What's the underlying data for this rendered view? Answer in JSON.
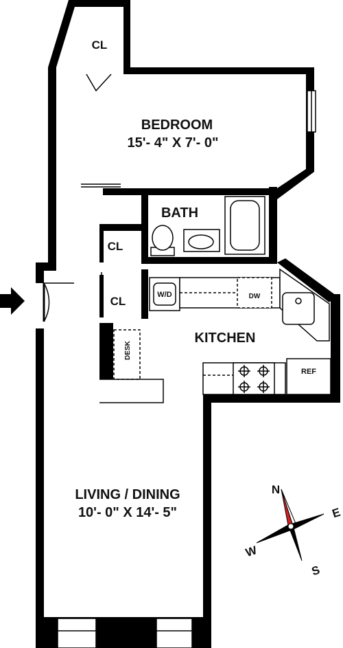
{
  "rooms": {
    "bedroom": {
      "name": "BEDROOM",
      "dims": "15'- 4\" X 7'- 0\""
    },
    "living": {
      "name": "LIVING / DINING",
      "dims": "10'- 0\" X 14'- 5\""
    },
    "bath": {
      "name": "BATH"
    },
    "kitchen": {
      "name": "KITCHEN"
    },
    "closet_top": {
      "name": "CL"
    },
    "closet_bath": {
      "name": "CL"
    },
    "closet_entry": {
      "name": "CL"
    }
  },
  "fixtures": {
    "washer_dryer": "W/D",
    "dishwasher": "DW",
    "refrigerator": "REF",
    "desk": "DESK"
  },
  "compass": {
    "north": "N",
    "east": "E",
    "south": "S",
    "west": "W",
    "needle_color": "#d42020"
  }
}
